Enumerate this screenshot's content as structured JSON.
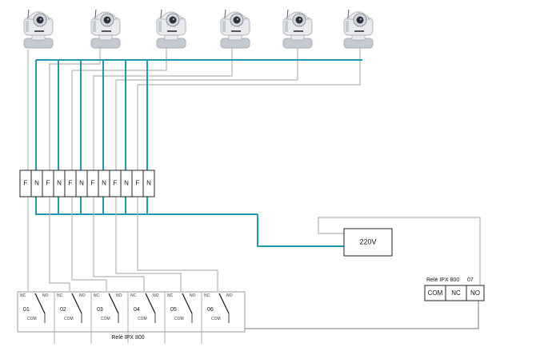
{
  "cameras": {
    "count": 6,
    "icon": "ip-camera-icon",
    "colors": {
      "body": "#e8eaee",
      "shade": "#c5c9d0",
      "lens": "#2a2f38"
    }
  },
  "terminal_block": {
    "labels": [
      "F",
      "N",
      "F",
      "N",
      "F",
      "N",
      "F",
      "N",
      "F",
      "N",
      "F",
      "N"
    ]
  },
  "power_supply": {
    "label": "220V"
  },
  "relay_board": {
    "caption": "Relè IPX 800",
    "channels": [
      {
        "num": "01",
        "nc": "NC",
        "no": "NO",
        "com": "COM"
      },
      {
        "num": "02",
        "nc": "NC",
        "no": "NO",
        "com": "COM"
      },
      {
        "num": "03",
        "nc": "NC",
        "no": "NO",
        "com": "COM"
      },
      {
        "num": "04",
        "nc": "NC",
        "no": "NO",
        "com": "COM"
      },
      {
        "num": "05",
        "nc": "NC",
        "no": "NO",
        "com": "COM"
      },
      {
        "num": "06",
        "nc": "NC",
        "no": "NO",
        "com": "COM"
      }
    ]
  },
  "relay_07": {
    "title": "Relè IPX 800",
    "num": "07",
    "terminals": [
      "COM",
      "NC",
      "NO"
    ]
  },
  "colors": {
    "wire_grey": "#b4b4b4",
    "wire_teal": "#1f9bb0",
    "outline": "#222222"
  }
}
